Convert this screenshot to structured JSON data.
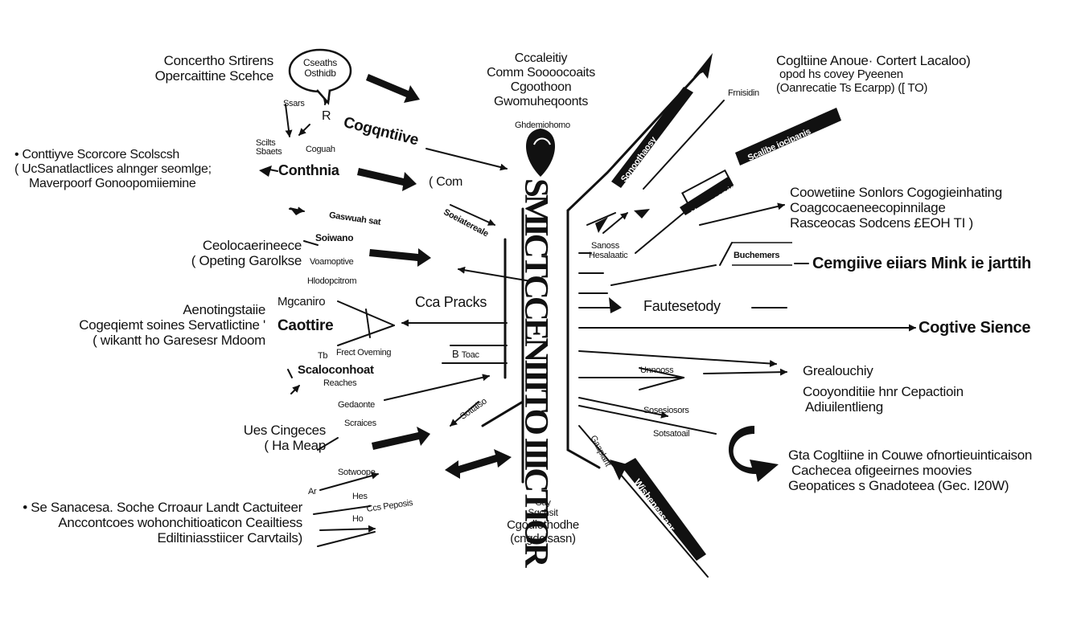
{
  "colors": {
    "ink": "#111111",
    "background": "#ffffff"
  },
  "hub": {
    "vertical_text": "SMICTCCENIIITO IIICTIOR",
    "pin_label": "Ghdemiohomo",
    "top_block": [
      "Cccaleitiy",
      "Comm Soooocoaits",
      "Cgoothoon",
      "Gwomuheqoonts"
    ],
    "bottom_block": [
      "Gay",
      "Sgchsit",
      "Cgodiothodhe",
      "(cngdcisasn)"
    ]
  },
  "left": {
    "bubble": [
      "Cseaths",
      "Osthidb"
    ],
    "top_title": [
      "Concertho Srtirens",
      "Opercaittine Scehce"
    ],
    "cognitive_large": "Cogqntiive",
    "com": "Com",
    "small_labels": {
      "sbars": "Ssars",
      "r": "R",
      "scilts": "Scilts",
      "sbaets": "Sbaets",
      "cogniah": "Coguah",
      "conthnia": "Conthnia",
      "gaswnanat": "Gaswuah sat",
      "soiwano": "Soiwano",
      "voamaptive": "Voamoptive",
      "hlodopcitrom": "Hlodopcitrom",
      "mgcaniro": "Mgcaniro",
      "caottire": "Caottire",
      "tb": "Tb",
      "frect_oveming": "Frect Oveming",
      "scaloconhat": "Scaloconhoat",
      "reaches": "Reaches",
      "gedaonte": "Gedaonte",
      "b_label": "B",
      "tac": "Toac",
      "scraices": "Scraices",
      "sotsaope": "Sotwoope",
      "sottaiso": "Sottaiso",
      "hes": "Hes",
      "ar": "Ar",
      "ho": "Ho",
      "ccs_proups": "Ccs Peposis",
      "soeiaterealc": "Soeiatereale"
    },
    "bullet1": [
      "Conttiyve Scorcore Scolscsh",
      "( UcSanatlactlices alnnger seomlge;",
      "Maverpoorf Gonoopomiiemine"
    ],
    "middle1": [
      "Ceolocaerineece",
      "( Opeting Garolkse"
    ],
    "middle2": [
      "Aenotingstaiie",
      "Cogeqiemt soines Servatlictine '",
      "( wikantt ho Garesesr Mdoom"
    ],
    "middle3": [
      "Ues Cingeces",
      "( Ha Meap"
    ],
    "bullet2": [
      "Se Sanacesa. Soche Crroaur Landt Cactuiteer",
      "Anccontcoes wohonchitioaticon Ceailtiess",
      "Ediltiniasstiicer Carvtails)"
    ]
  },
  "right": {
    "title1": [
      "Cogltiine Anoue· Cortert Lacaloo)",
      "opod hs covey Pyeenen",
      "(Oanrecatie Ts Ecarpp)  ([ TO)"
    ],
    "frnisidin": "Frnisidin",
    "bar_label_1": "Sonoothaosy",
    "bar_label_2": "Scalibe iocipanis",
    "bar_label_3": "Nacunoarvig",
    "pill_label": "Sdoueeds",
    "block2": [
      "Coowetiine Sonlors  Cogogieinhating",
      "Coagcocaeneecopinnilage",
      "Rasceocas Sodcens £EOH TI )"
    ],
    "buchencers": "Buchemers",
    "big_line": "Cemgiive eiiars Mink ie jarttih",
    "fautesetody": "Fautesetody",
    "cognitive_science": "Cogtive Sience",
    "greal": "Grealouchiy",
    "block3": [
      "Cooyonditiie  hnr Cepactioin",
      "Adiuilentlieng"
    ],
    "block4": [
      "Gta Cogltiine in Couwe ofnortieuinticaison",
      "Cachecea ofigeeirnes moovies",
      "Geopatices s Gnadoteea (Gec. I20W)"
    ],
    "small_labels": {
      "sanoss": "Sanoss",
      "hesalaatic": "Hesalaatic",
      "unncaos": "Unnooss",
      "soseiosors": "Sosesiosors",
      "sotsatoail": "Sotsatoail",
      "wbanbeesaar": "Wisbeneesaar",
      "gcaplarit": "Gaaplarit"
    },
    "ca_pracks": "Cca Pracks"
  }
}
